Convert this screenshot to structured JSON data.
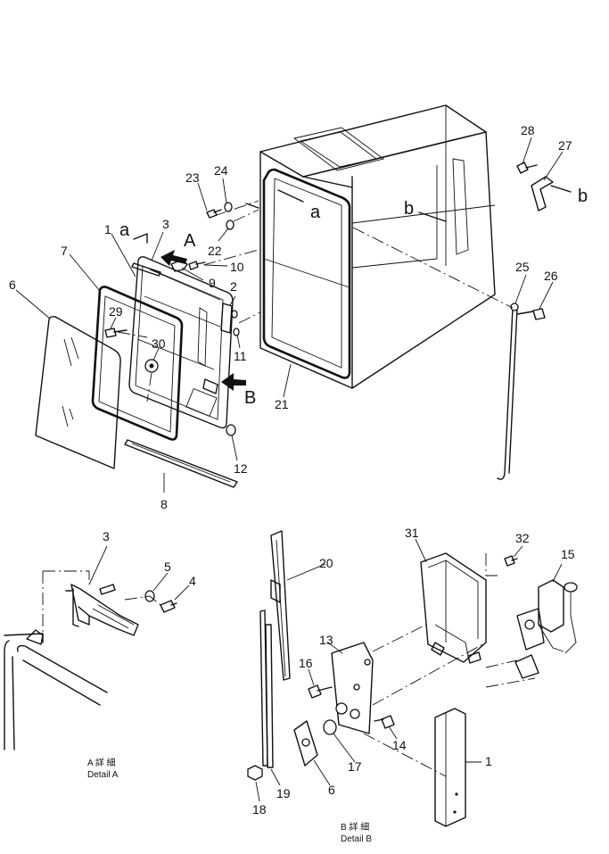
{
  "callouts": {
    "c1": "1",
    "c2": "2",
    "c3": "3",
    "c6": "6",
    "c7": "7",
    "c8": "8",
    "c9": "9",
    "c10": "10",
    "c11": "11",
    "c12": "12",
    "c21": "21",
    "c22": "22",
    "c23": "23",
    "c24": "24",
    "c25": "25",
    "c26": "26",
    "c27": "27",
    "c28": "28",
    "c29": "29",
    "c30": "30",
    "dA3": "3",
    "dA4": "4",
    "dA5": "5",
    "dB1": "1",
    "dB6": "6",
    "dB13": "13",
    "dB14": "14",
    "dB15": "15",
    "dB16": "16",
    "dB17": "17",
    "dB18": "18",
    "dB19": "19",
    "dB20": "20",
    "dB31": "31",
    "dB32": "32"
  },
  "view_letters": {
    "A": "A",
    "B": "B",
    "a1": "a",
    "a2": "a",
    "b1": "b",
    "b2": "b"
  },
  "captions": {
    "detail_a_code": "A 詳 細",
    "detail_a_label": "Detail A",
    "detail_b_code": "B 詳 細",
    "detail_b_label": "Detail B"
  }
}
